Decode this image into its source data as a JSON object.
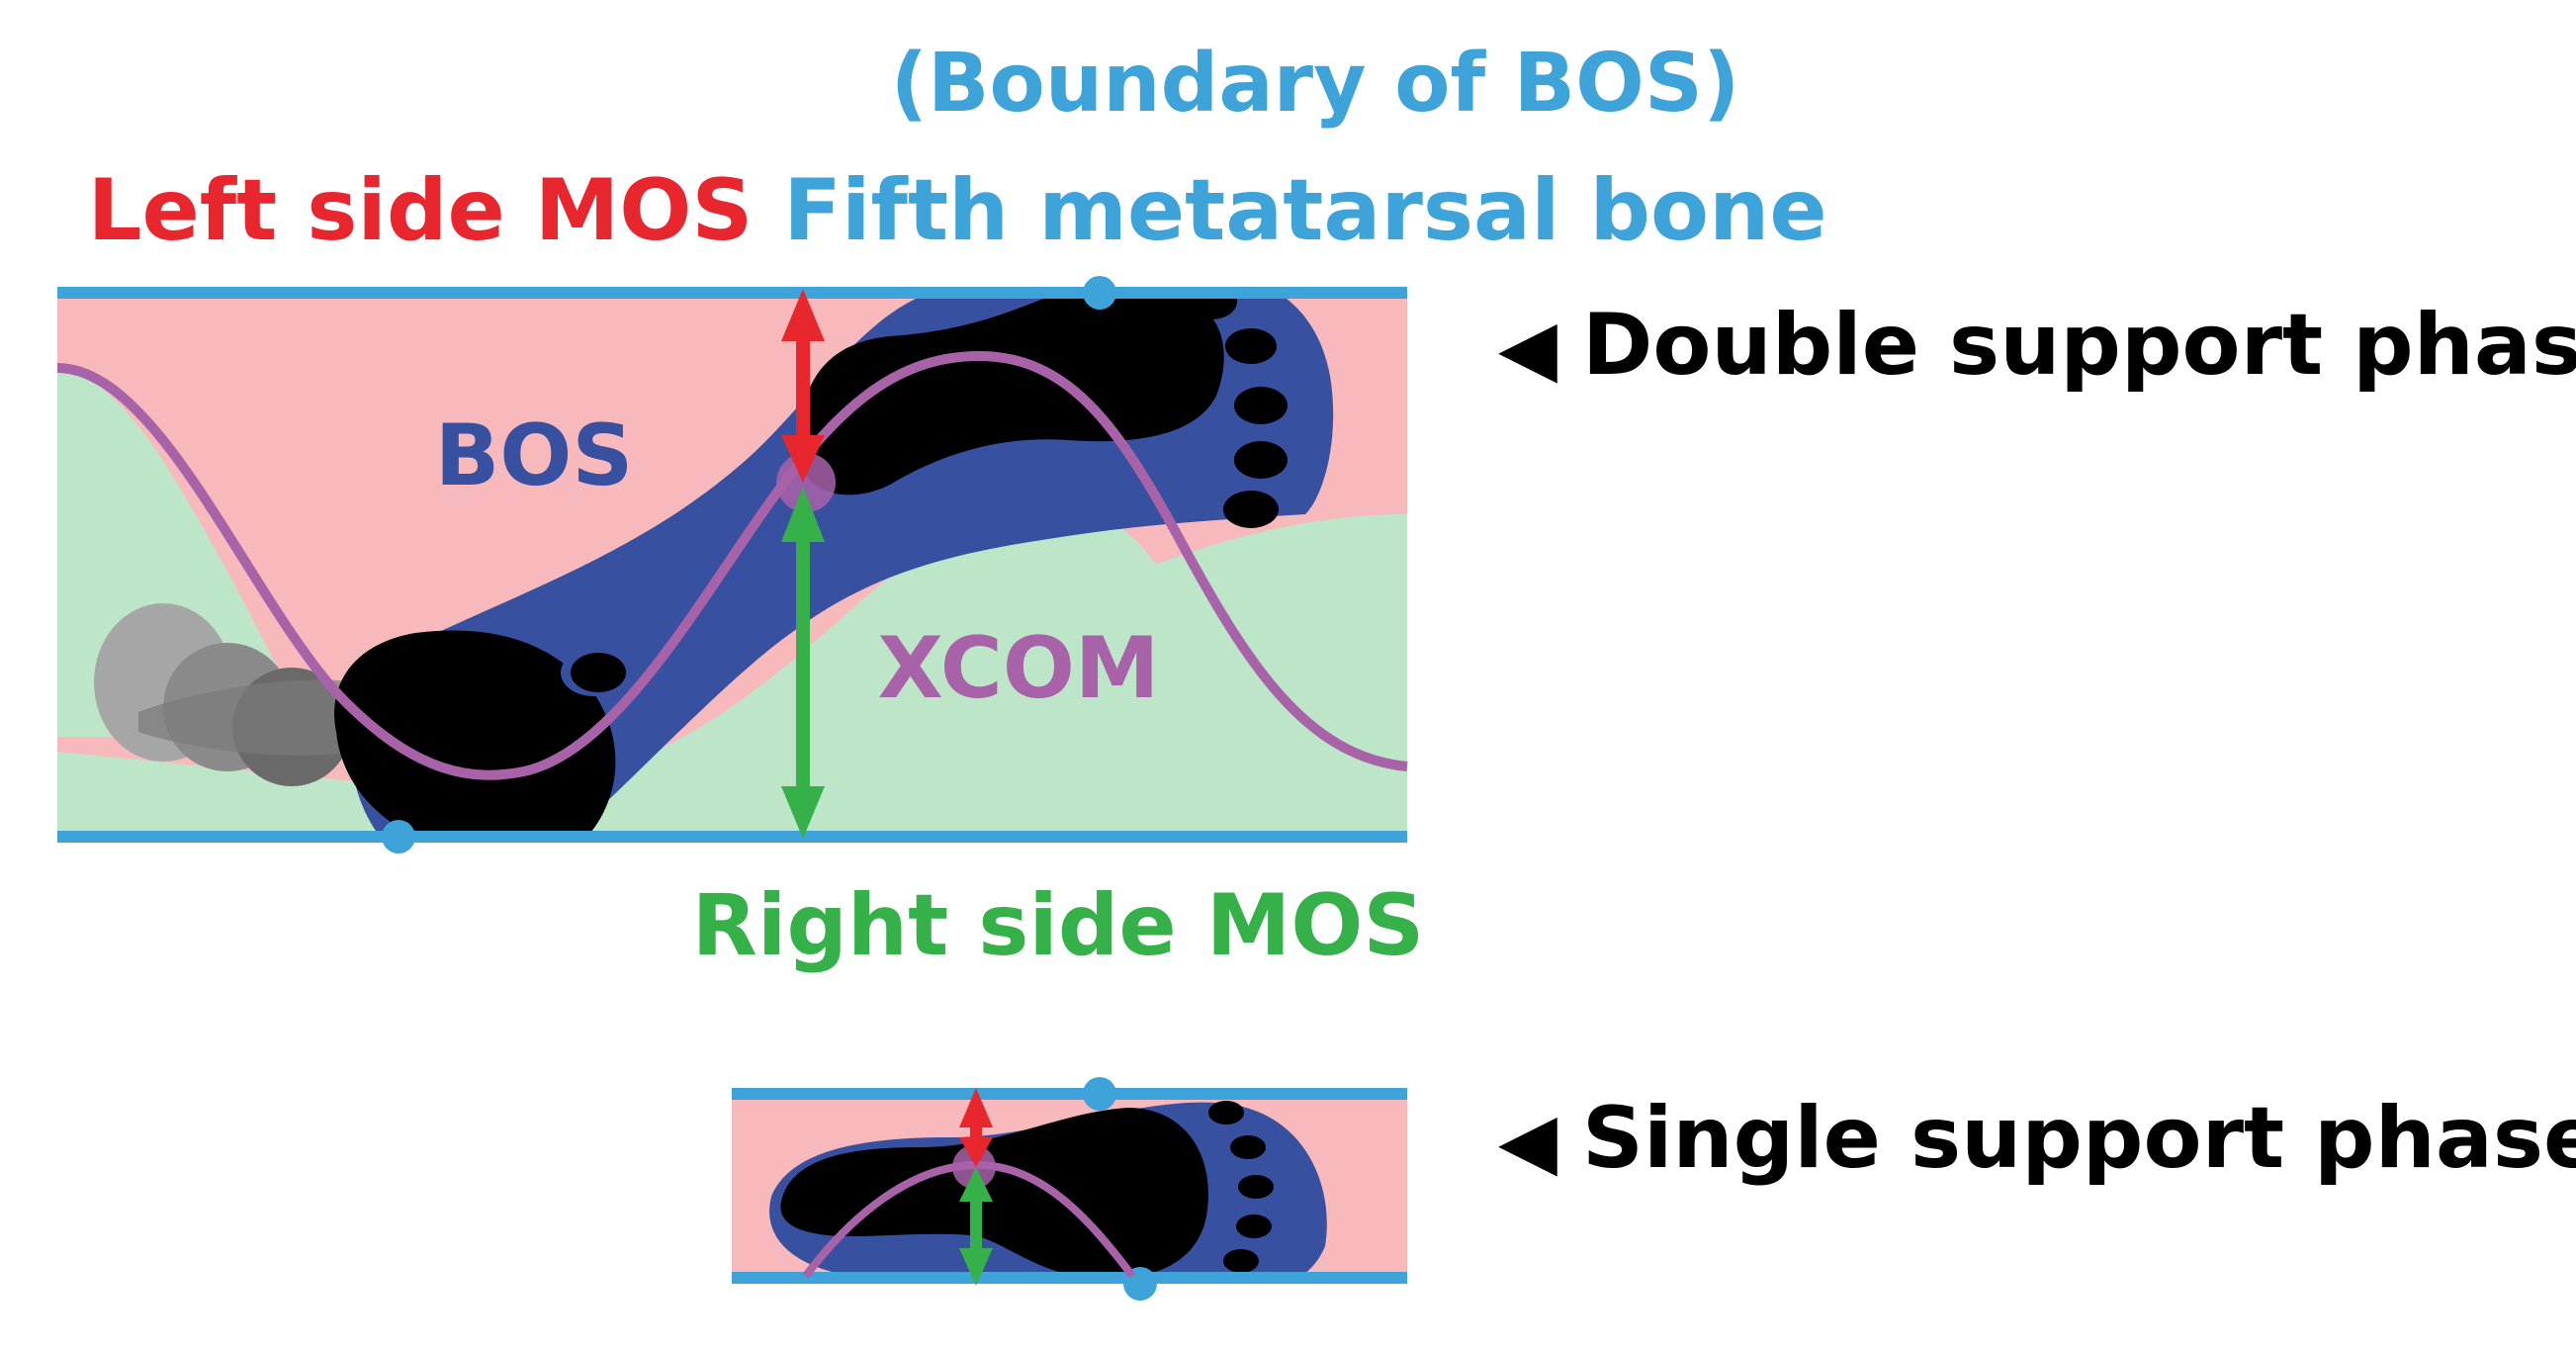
{
  "labels": {
    "boundary_note": "(Boundary of BOS)",
    "fifth_metatarsal": "Fifth metatarsal bone",
    "left_mos": "Left side MOS",
    "right_mos": "Right side MOS",
    "bos": "BOS",
    "xcom": "XCOM",
    "double_phase": "Double support phase",
    "single_phase": "Single support phase",
    "phase_marker": "◀"
  },
  "colors": {
    "pink_region": "#f7b9bb",
    "green_region": "#bde6c9",
    "bos_blue": "#37509f",
    "boundary_line": "#3ea3d8",
    "xcom_curve": "#a862a8",
    "left_mos_red": "#e8262e",
    "right_mos_green": "#36b14a",
    "foot_black": "#000000",
    "label_blue_light": "#3ea3d8",
    "label_text": "#000000"
  },
  "icons": {
    "phase_marker": "left-triangle-icon"
  }
}
